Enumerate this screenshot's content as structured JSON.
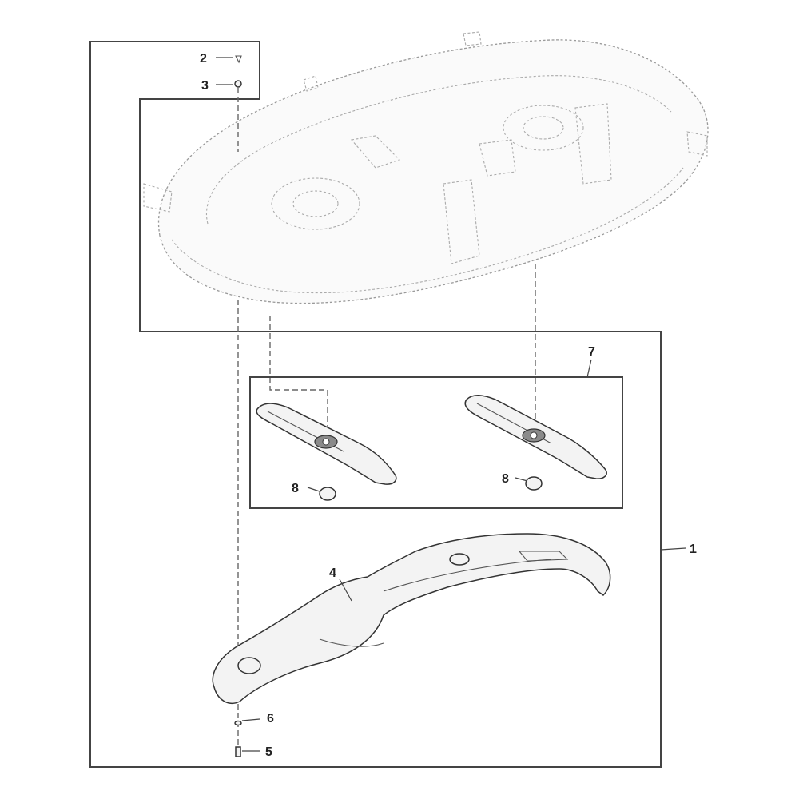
{
  "callouts": {
    "c1": "1",
    "c2": "2",
    "c3": "3",
    "c4": "4",
    "c5": "5",
    "c6": "6",
    "c7": "7",
    "c8_left": "8",
    "c8_right": "8"
  },
  "colors": {
    "line": "#333333",
    "ghost": "#9a9a9a",
    "background": "#ffffff"
  }
}
